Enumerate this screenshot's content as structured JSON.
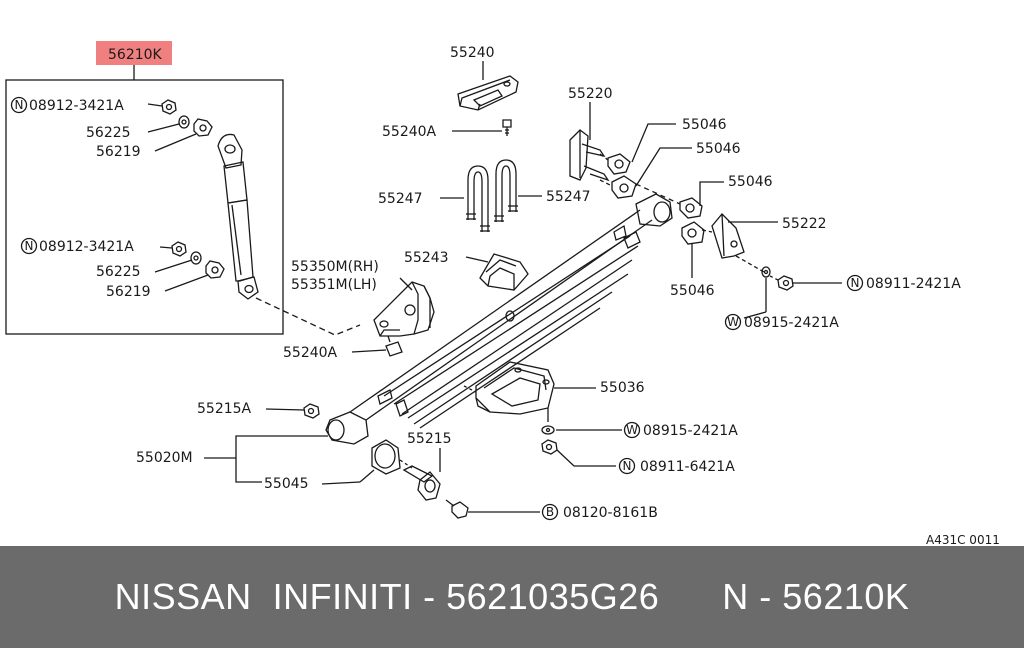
{
  "diagram": {
    "highlight_color": "#f08080",
    "callouts": {
      "shock_absorber": "56210K",
      "nut_upper": "08912-3421A",
      "washer_upper": "56225",
      "bushing_upper": "56219",
      "nut_lower": "08912-3421A",
      "washer_lower": "56225",
      "bushing_lower": "56219",
      "bump_bracket": "55240",
      "bump_bolt": "55240A",
      "u_bolt_left": "55247",
      "u_bolt_right": "55247",
      "clip": "55243",
      "bracket_rh": "55350M(RH)",
      "bracket_lh": "55351M(LH)",
      "bracket_bolt": "55240A",
      "shackle": "55220",
      "bush_1": "55046",
      "bush_2": "55046",
      "bush_3": "55046",
      "bush_4": "55046",
      "shackle_plate": "55222",
      "nut_shackle": "08911-2421A",
      "washer_shackle": "08915-2421A",
      "spring_seat": "55036",
      "washer_seat": "08915-2421A",
      "nut_seat": "08911-6421A",
      "front_bolt_a": "55215A",
      "front_bolt": "55215",
      "leaf_spring": "55020M",
      "front_bush": "55045",
      "bolt_pin": "08120-8161B",
      "diagram_code": "A431C 0011"
    },
    "prefix_marks": {
      "n": "N",
      "w": "W",
      "b": "B"
    }
  },
  "footer": {
    "text": "NISSAN  INFINITI - 5621035G26      N - 56210K"
  }
}
